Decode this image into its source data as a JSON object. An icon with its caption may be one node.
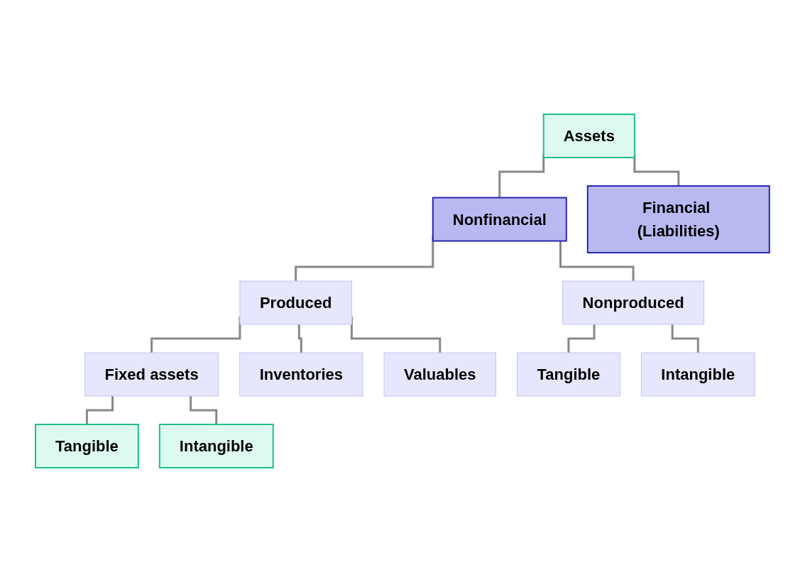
{
  "diagram": {
    "nodes": [
      {
        "text": [
          "Assets"
        ]
      },
      {
        "text": [
          "Nonfinancial"
        ]
      },
      {
        "text": [
          "Financial (Liabilities)"
        ]
      },
      {
        "text": [
          "Produced"
        ]
      },
      {
        "text": [
          "Nonproduced"
        ]
      },
      {
        "text": [
          "Fixed assets"
        ]
      },
      {
        "text": [
          "Tangible"
        ]
      },
      {
        "text": [
          "Intangible"
        ]
      },
      {
        "text": [
          "Inventories"
        ]
      },
      {
        "text": [
          "Valuables"
        ]
      },
      {
        "text": [
          "Tangible"
        ]
      },
      {
        "text": [
          "Intangible"
        ]
      }
    ],
    "edges": [
      {
        "from": 0,
        "to": 1,
        "arrow": "none"
      },
      {
        "from": 0,
        "to": 2,
        "arrow": "none"
      },
      {
        "from": 1,
        "to": 3,
        "arrow": "none"
      },
      {
        "from": 1,
        "to": 4,
        "arrow": "none"
      },
      {
        "from": 3,
        "to": 5,
        "arrow": "none"
      },
      {
        "from": 5,
        "to": 6,
        "arrow": "none"
      },
      {
        "from": 5,
        "to": 7,
        "arrow": "none"
      },
      {
        "from": 3,
        "to": 8,
        "arrow": "none"
      },
      {
        "from": 3,
        "to": 9,
        "arrow": "none"
      },
      {
        "from": 4,
        "to": 10,
        "arrow": "none"
      },
      {
        "from": 4,
        "to": 11,
        "arrow": "none"
      }
    ]
  }
}
